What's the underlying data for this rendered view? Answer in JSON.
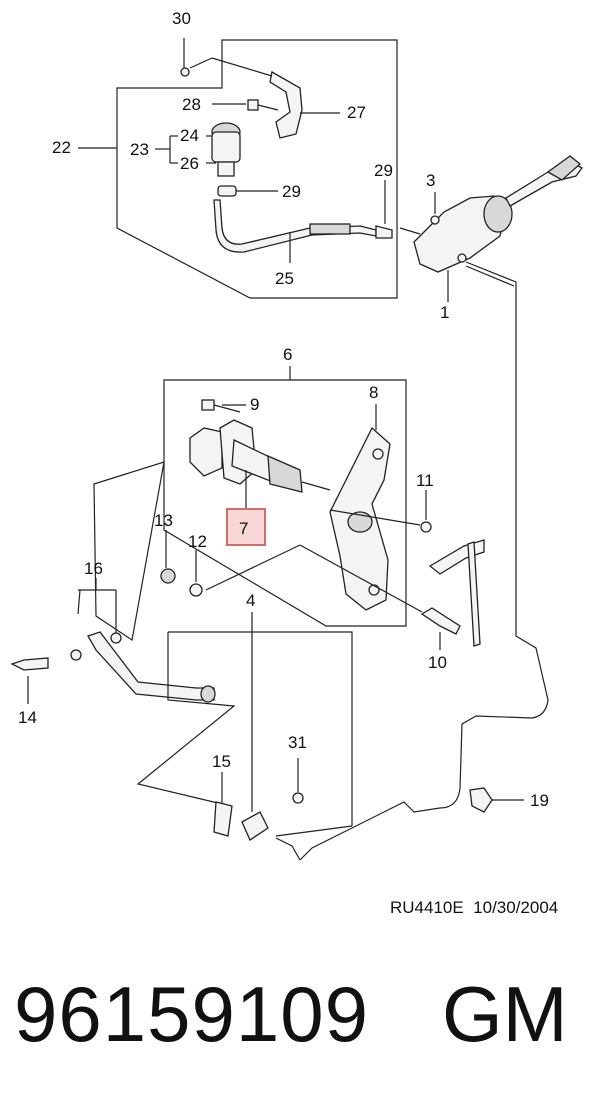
{
  "diagram": {
    "doc_code": "RU4410E  10/30/2004",
    "highlighted_callout": "7",
    "callouts": [
      "30",
      "28",
      "27",
      "22",
      "23",
      "24",
      "26",
      "29",
      "29",
      "3",
      "25",
      "1",
      "6",
      "8",
      "9",
      "11",
      "7",
      "13",
      "12",
      "16",
      "4",
      "10",
      "14",
      "31",
      "15",
      "19"
    ]
  },
  "footer": {
    "part_number": "96159109",
    "brand": "GM"
  },
  "colors": {
    "highlight_fill": "#f7d6d6",
    "highlight_stroke": "#d26b6b"
  }
}
